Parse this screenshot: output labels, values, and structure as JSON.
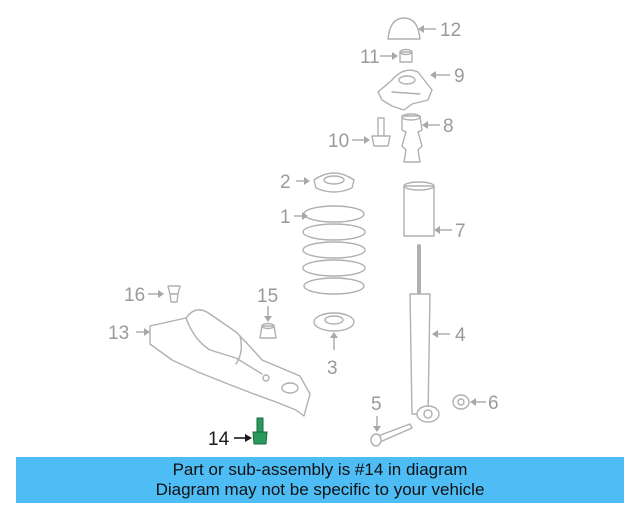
{
  "callouts": [
    "1",
    "2",
    "3",
    "4",
    "5",
    "6",
    "7",
    "8",
    "9",
    "10",
    "11",
    "12",
    "13",
    "14",
    "15",
    "16"
  ],
  "highlighted_callout": "14",
  "colors": {
    "banner": "#4ebcf5",
    "highlight_part": "#2a9a5c",
    "parts": "#b0b0b0",
    "labels": "#9a9a9a"
  },
  "banner": {
    "line1": "Part or sub-assembly is #14 in diagram",
    "line2": "Diagram may not be specific to your vehicle"
  }
}
